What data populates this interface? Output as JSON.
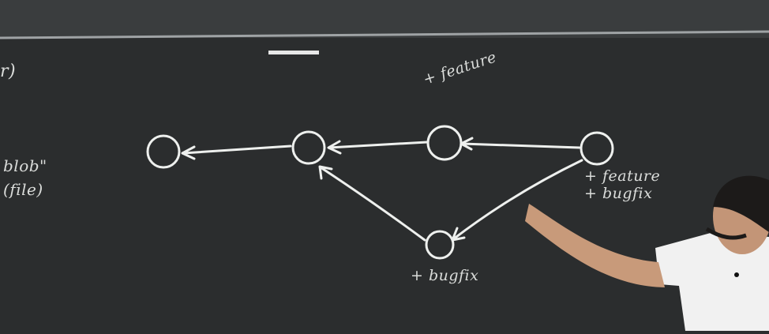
{
  "board": {
    "left_fragment_top": "r)",
    "left_fragment_lines": [
      "blob\"",
      "(file)"
    ]
  },
  "graph": {
    "labels": {
      "top_commit": "+ feature",
      "right_commit_line1": "+ feature",
      "right_commit_line2": "+ bugfix",
      "bottom_commit": "+ bugfix"
    }
  },
  "colors": {
    "chalkboard": "#2b2d2e",
    "chalk": "#e9ebe9",
    "ceiling": "#3a3d3e",
    "shirt": "#f1f1f1",
    "skin": "#c89a7a",
    "hair": "#1c1a19"
  }
}
